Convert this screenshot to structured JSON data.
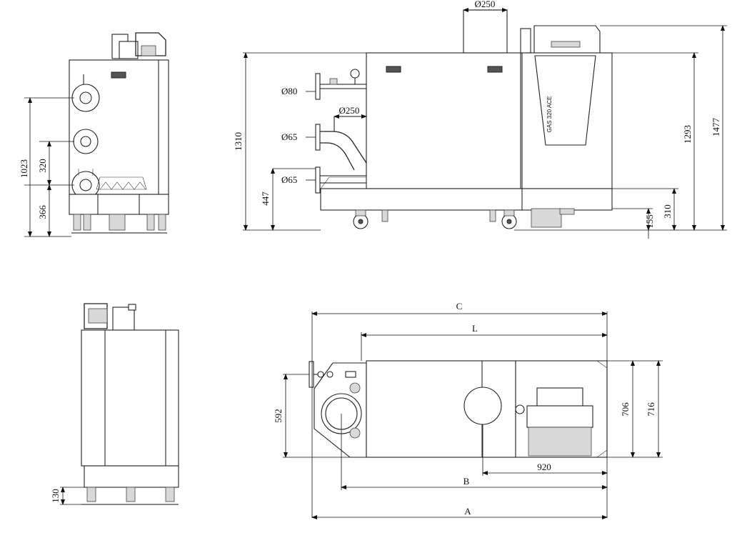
{
  "dimensions": {
    "diameter_top_flue": "Ø250",
    "diameter_return": "Ø250",
    "diameter_80": "Ø80",
    "diameter_65_upper": "Ø65",
    "diameter_65_lower": "Ø65",
    "h_1310": "1310",
    "h_447": "447",
    "h_1293": "1293",
    "h_1477": "1477",
    "h_155": "155",
    "h_310": "310",
    "h_1023": "1023",
    "h_320": "320",
    "h_366": "366",
    "h_130": "130",
    "d_592": "592",
    "d_706": "706",
    "d_716": "716",
    "d_920": "920",
    "label_C": "C",
    "label_L": "L",
    "label_B": "B",
    "label_A": "A"
  },
  "labels": {
    "model_text": "GAS 320 ACE"
  }
}
